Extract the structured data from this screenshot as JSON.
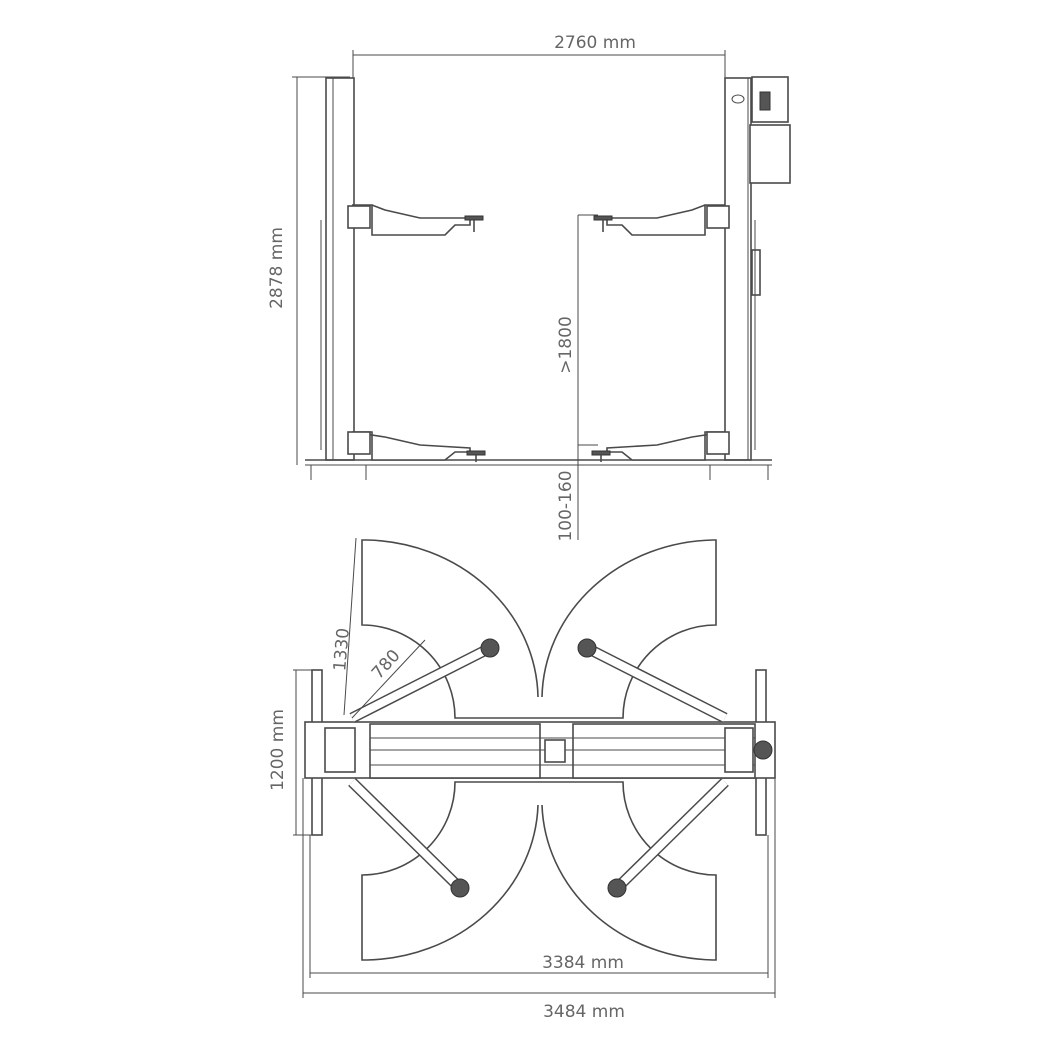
{
  "front_view": {
    "width_label": "2760 mm",
    "height_label": "2878 mm",
    "clearance_label": ">1800",
    "pad_height_label": "100-160"
  },
  "top_view": {
    "arm_long_label": "1330",
    "arm_short_label": "780",
    "depth_label": "1200 mm",
    "inner_width_label": "3384 mm",
    "outer_width_label": "3484 mm"
  },
  "colors": {
    "line": "#4a4a4a",
    "text": "#666666"
  }
}
